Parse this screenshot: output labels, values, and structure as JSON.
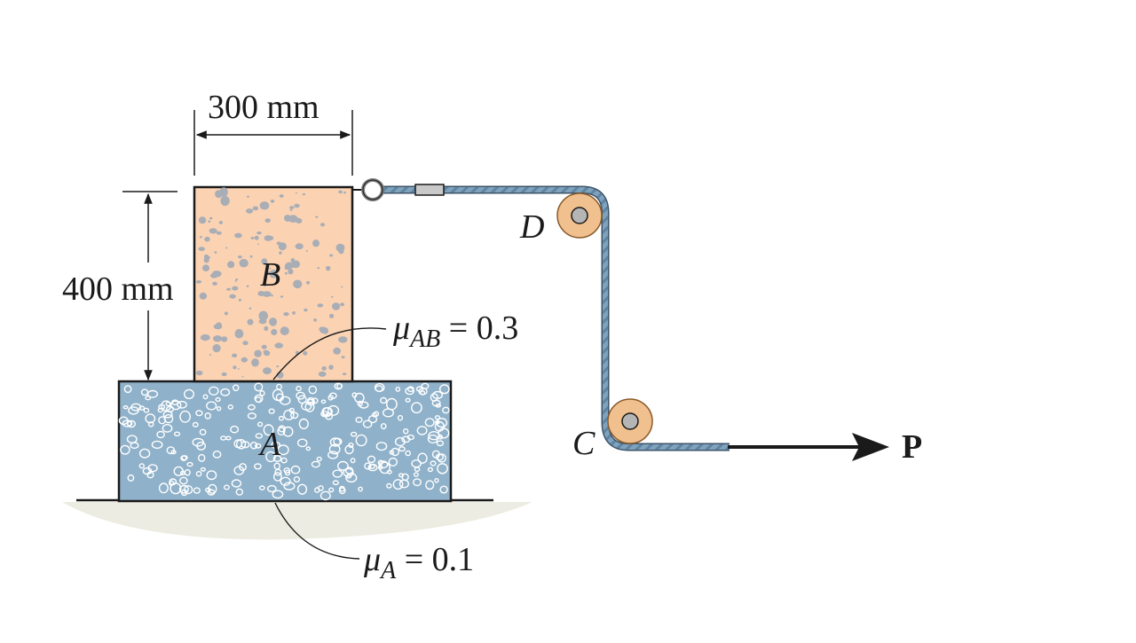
{
  "dimensions": {
    "width_label": "300 mm",
    "height_label": "400 mm"
  },
  "blocks": {
    "upper": {
      "label": "B",
      "color": "#fbd3b3"
    },
    "lower": {
      "label": "A",
      "color": "#8fb1c9"
    }
  },
  "friction": {
    "ab": {
      "symbol": "μ",
      "subscript": "AB",
      "equals": " = 0.3"
    },
    "a": {
      "symbol": "μ",
      "subscript": "A",
      "equals": " = 0.1"
    }
  },
  "pulleys": {
    "upper_label": "D",
    "lower_label": "C",
    "color": "#f0c08e"
  },
  "force": {
    "label": "P"
  },
  "colors": {
    "cable": "#7fa2bd",
    "ground_shadow": "#ecece2",
    "outline": "#1a1a1a"
  }
}
